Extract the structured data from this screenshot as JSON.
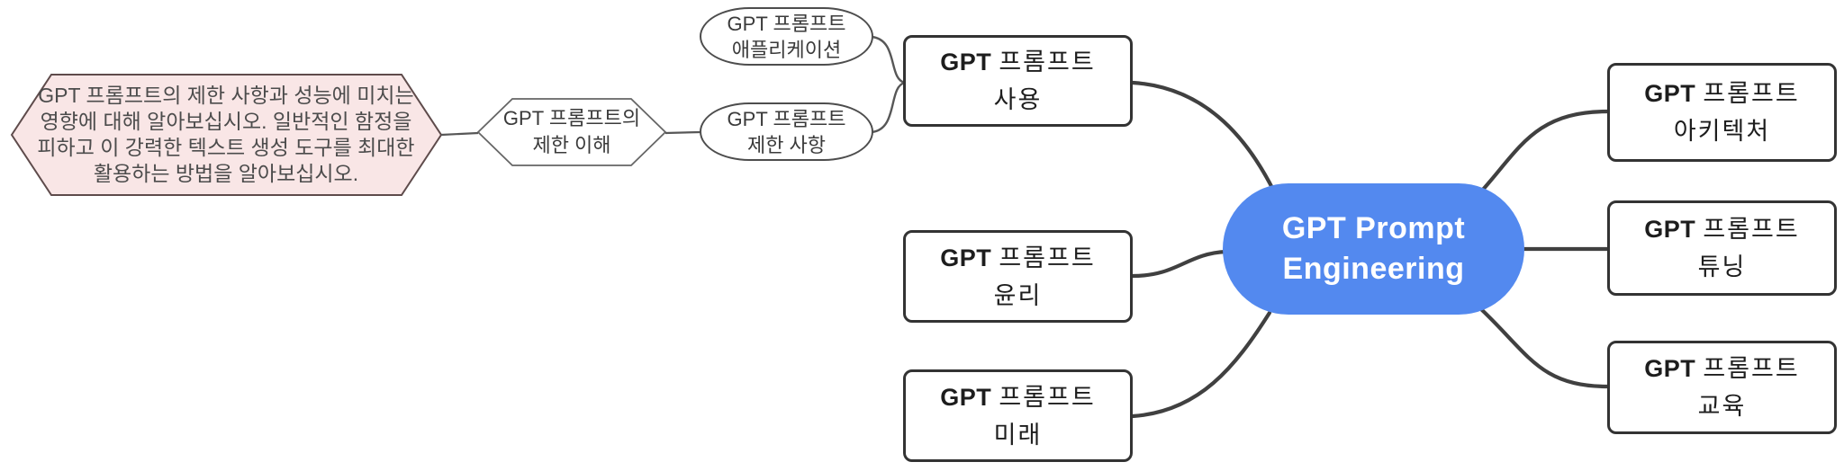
{
  "diagram": {
    "kind": "mindmap",
    "colors": {
      "root_fill": "#5389EF",
      "root_text": "#FFFFFF",
      "note_fill": "#F9E6E6",
      "note_border": "#5E4B4B",
      "topic_border": "#333333",
      "edge_thick": "#404040",
      "edge_thin": "#575757",
      "canvas": "#FFFFFF"
    }
  },
  "root": {
    "line1": "GPT Prompt",
    "line2": "Engineering"
  },
  "topics": {
    "usage": {
      "prefix": "GPT",
      "line1": "프롬프트",
      "line2": "사용"
    },
    "ethics": {
      "prefix": "GPT",
      "line1": "프롬프트",
      "line2": "윤리"
    },
    "future": {
      "prefix": "GPT",
      "line1": "프롬프트",
      "line2": "미래"
    },
    "architecture": {
      "prefix": "GPT",
      "line1": "프롬프트",
      "line2": "아키텍처"
    },
    "tuning": {
      "prefix": "GPT",
      "line1": "프롬프트",
      "line2": "튜닝"
    },
    "education": {
      "prefix": "GPT",
      "line1": "프롬프트",
      "line2": "교육"
    }
  },
  "subnodes": {
    "applications": {
      "line1": "GPT 프롬프트",
      "line2": "애플리케이션"
    },
    "limitations": {
      "line1": "GPT 프롬프트",
      "line2": "제한 사항"
    },
    "limit_understanding": {
      "line1": "GPT 프롬프트의",
      "line2": "제한 이해"
    }
  },
  "note": {
    "lines": [
      "GPT 프롬프트의 제한 사항과 성능에 미치는",
      "영향에 대해 알아보십시오. 일반적인 함정을",
      "피하고 이 강력한 텍스트 생성 도구를 최대한",
      "활용하는 방법을 알아보십시오."
    ]
  }
}
